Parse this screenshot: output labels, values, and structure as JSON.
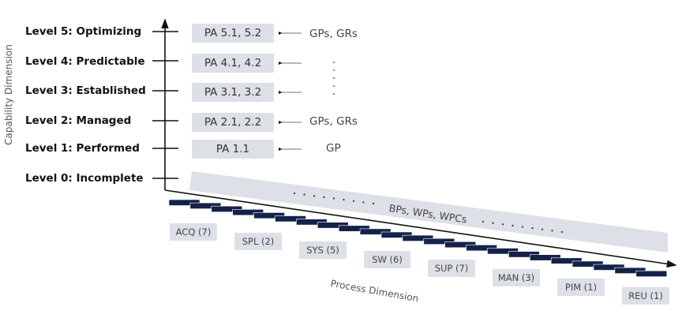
{
  "capability_axis": {
    "title": "Capability Dimension",
    "levels": [
      {
        "label": "Level 5: Optimizing",
        "attributes": "PA 5.1, 5.2",
        "practices": "GPs, GRs"
      },
      {
        "label": "Level 4: Predictable",
        "attributes": "PA 4.1, 4.2",
        "practices": ":"
      },
      {
        "label": "Level 3: Established",
        "attributes": "PA 3.1, 3.2",
        "practices": ":"
      },
      {
        "label": "Level 2: Managed",
        "attributes": "PA 2.1, 2.2",
        "practices": "GPs, GRs"
      },
      {
        "label": "Level 1: Performed",
        "attributes": "PA 1.1",
        "practices": "GP"
      },
      {
        "label": "Level 0: Incomplete",
        "attributes": "",
        "practices": ""
      }
    ]
  },
  "process_axis": {
    "title": "Process Dimension",
    "band_text": "BPs, WPs, WPCs",
    "band_dots_left": ". . . . . . . . .",
    "band_dots_right": ". . . . . . . . .",
    "process_count_bars": 23,
    "groups": [
      {
        "label": "ACQ  (7)"
      },
      {
        "label": "SPL (2)"
      },
      {
        "label": "SYS (5)"
      },
      {
        "label": "SW (6)"
      },
      {
        "label": "SUP (7)"
      },
      {
        "label": "MAN (3)"
      },
      {
        "label": "PIM (1)"
      },
      {
        "label": "REU (1)"
      }
    ]
  },
  "colors": {
    "box_fill": "#dde0e6",
    "bar_fill": "#14224a",
    "axis": "#111111"
  }
}
